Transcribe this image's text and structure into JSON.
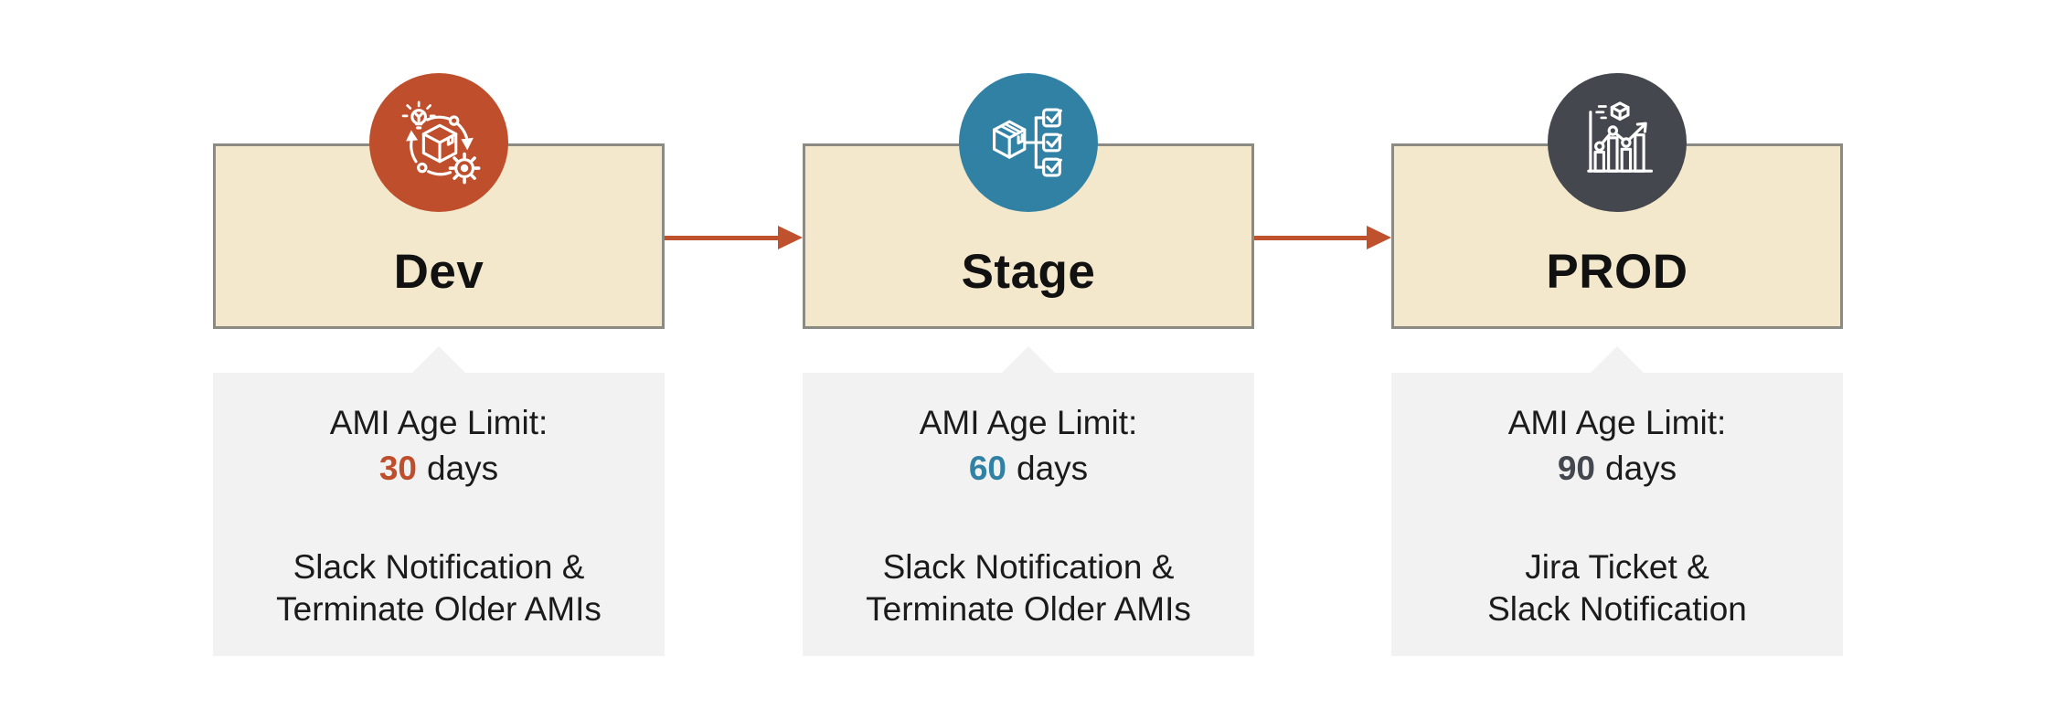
{
  "stages": [
    {
      "name": "Dev",
      "icon": "dev-build-cycle-icon",
      "accent_color": "#BF4F2C",
      "age_limit_label": "AMI Age Limit:",
      "age_value": "30",
      "age_unit": "days",
      "action_line1": "Slack Notification &",
      "action_line2": "Terminate Older AMIs"
    },
    {
      "name": "Stage",
      "icon": "stage-validation-checklist-icon",
      "accent_color": "#3181A5",
      "age_limit_label": "AMI Age Limit:",
      "age_value": "60",
      "age_unit": "days",
      "action_line1": "Slack Notification &",
      "action_line2": "Terminate Older AMIs"
    },
    {
      "name": "PROD",
      "icon": "prod-metrics-icon",
      "accent_color": "#45474F",
      "age_limit_label": "AMI Age Limit:",
      "age_value": "90",
      "age_unit": "days",
      "action_line1": "Jira Ticket &",
      "action_line2": "Slack Notification"
    }
  ],
  "arrows": [
    {
      "name": "dev-to-stage"
    },
    {
      "name": "stage-to-prod"
    }
  ],
  "colors": {
    "background": "#FFFFFF",
    "box_fill": "#F3E8CB",
    "box_border": "#8B8B83",
    "panel_bg": "#F2F2F2",
    "arrow": "#C0512D",
    "text": "#1B1B1B",
    "title_text": "#111111",
    "icon_stroke": "#FFFFFF"
  }
}
